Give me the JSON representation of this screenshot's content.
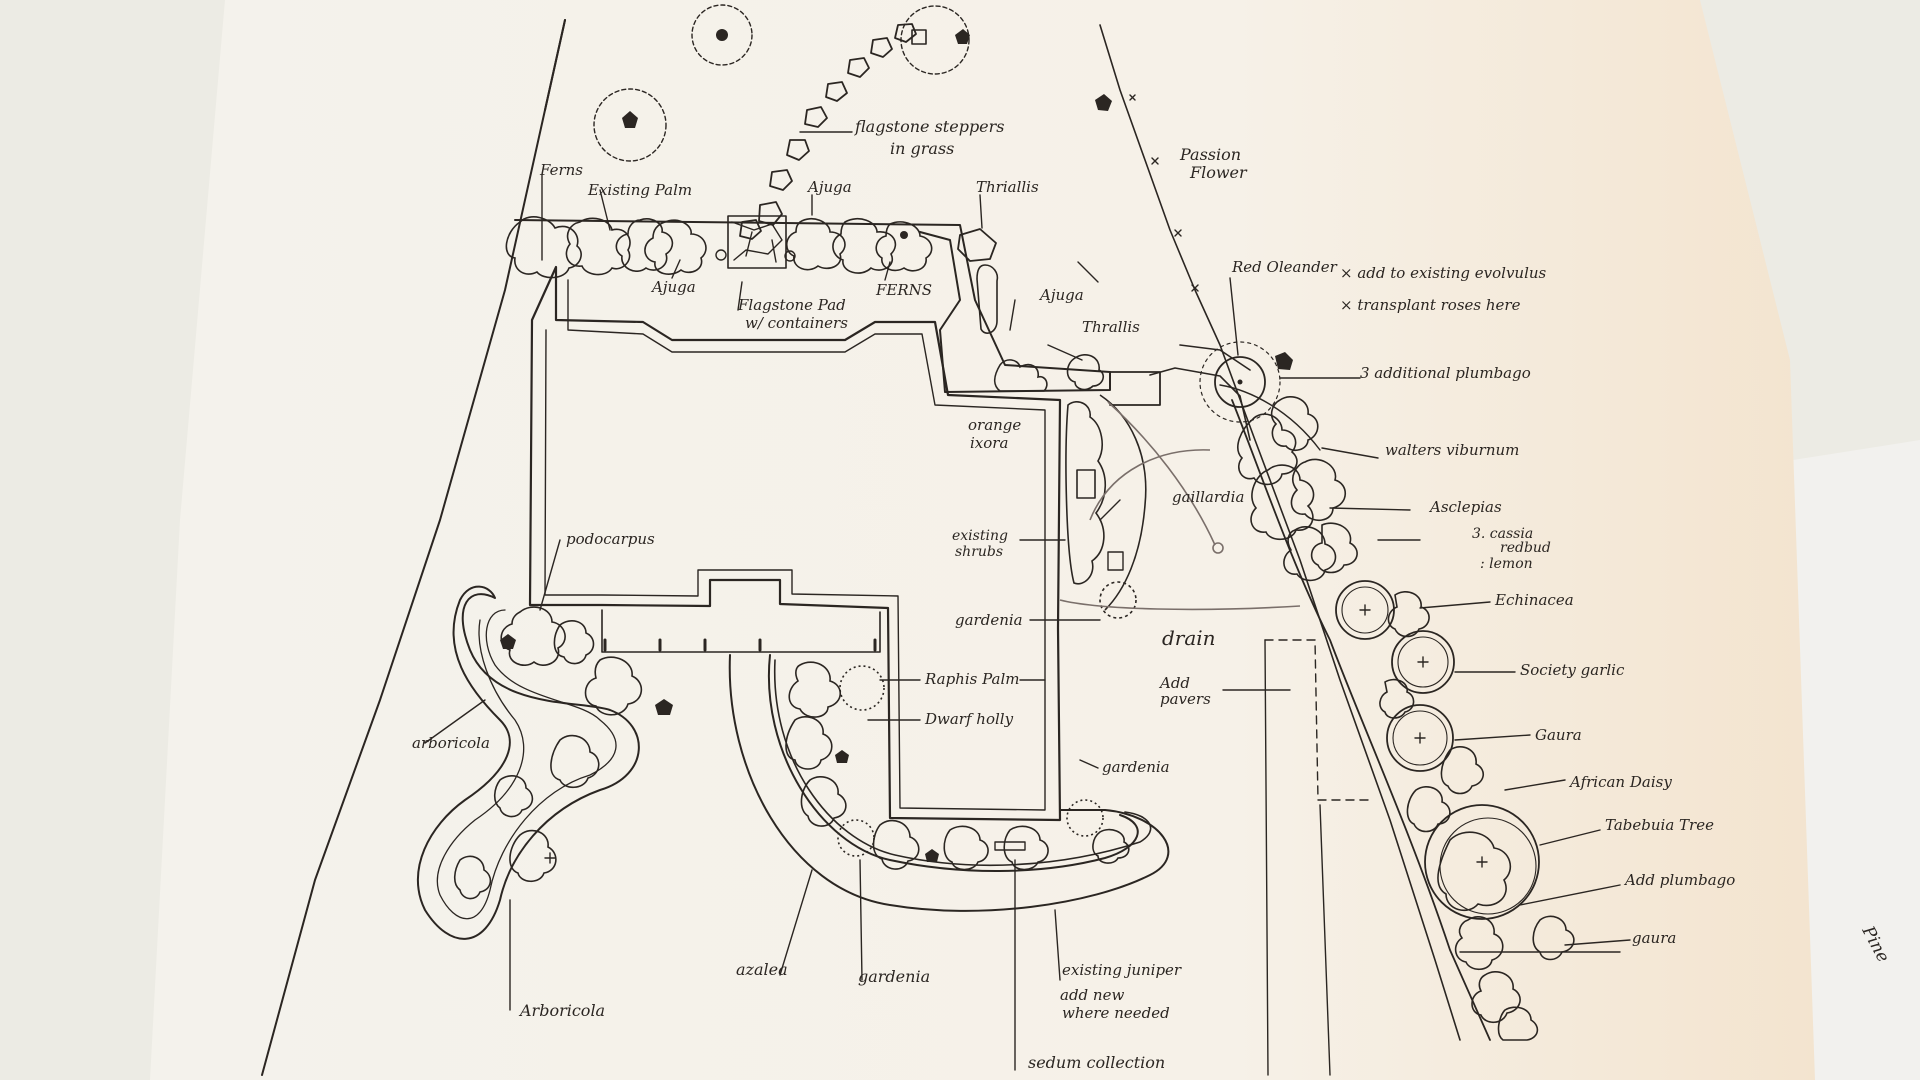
{
  "plan": {
    "labels": {
      "flagstone_steppers": [
        "flagstone steppers",
        "in grass"
      ],
      "passion_flower": [
        "Passion",
        "Flower"
      ],
      "ferns_top": "Ferns",
      "existing_palm": "Existing Palm",
      "ajuga_top": "Ajuga",
      "thriallis_top": "Thriallis",
      "ajuga_left": "Ajuga",
      "flagstone_pad": [
        "Flagstone Pad",
        "w/ containers"
      ],
      "ferns_right": "FERNS",
      "ajuga_right": "Ajuga",
      "thrallis": "Thrallis",
      "red_oleander": "Red Oleander",
      "note_evolvulus": "× add to existing evolvulus",
      "note_roses": "× transplant roses here",
      "additional_plumbago": "3 additional plumbago",
      "orange_ixora": [
        "orange",
        "ixora"
      ],
      "walters_viburnum": "walters viburnum",
      "asclepias": "Asclepias",
      "cassia": [
        "3. cassia",
        "redbud",
        ": lemon"
      ],
      "gaillardia": "gaillardia",
      "existing_shrubs": [
        "existing",
        "shrubs"
      ],
      "podocarpus": "podocarpus",
      "echinacea": "Echinacea",
      "gardenia_mid": "gardenia",
      "drain": "drain",
      "society_garlic": "Society garlic",
      "raphis_palm": "Raphis Palm",
      "add_pavers": [
        "Add",
        "pavers"
      ],
      "dwarf_holly": "Dwarf holly",
      "gaura_mid": "Gaura",
      "arboricola_left": "arboricola",
      "gardenia_right": "gardenia",
      "african_daisy": "African Daisy",
      "tabebuia": "Tabebuia Tree",
      "add_plumbago": "Add plumbago",
      "gaura_low": "gaura",
      "azalea": "azalea",
      "gardenia_low": "gardenia",
      "juniper": [
        "existing juniper",
        "add new",
        "where needed"
      ],
      "arboricola_low": "Arboricola",
      "sedum": "sedum collection",
      "pine_edge": "Pine"
    }
  },
  "colors": {
    "paper": "#f6f3ec",
    "ink": "#2b2622",
    "pencil": "#7a6f6a",
    "red_pencil": "#9b7d7e",
    "background": "#e9e7dd"
  }
}
